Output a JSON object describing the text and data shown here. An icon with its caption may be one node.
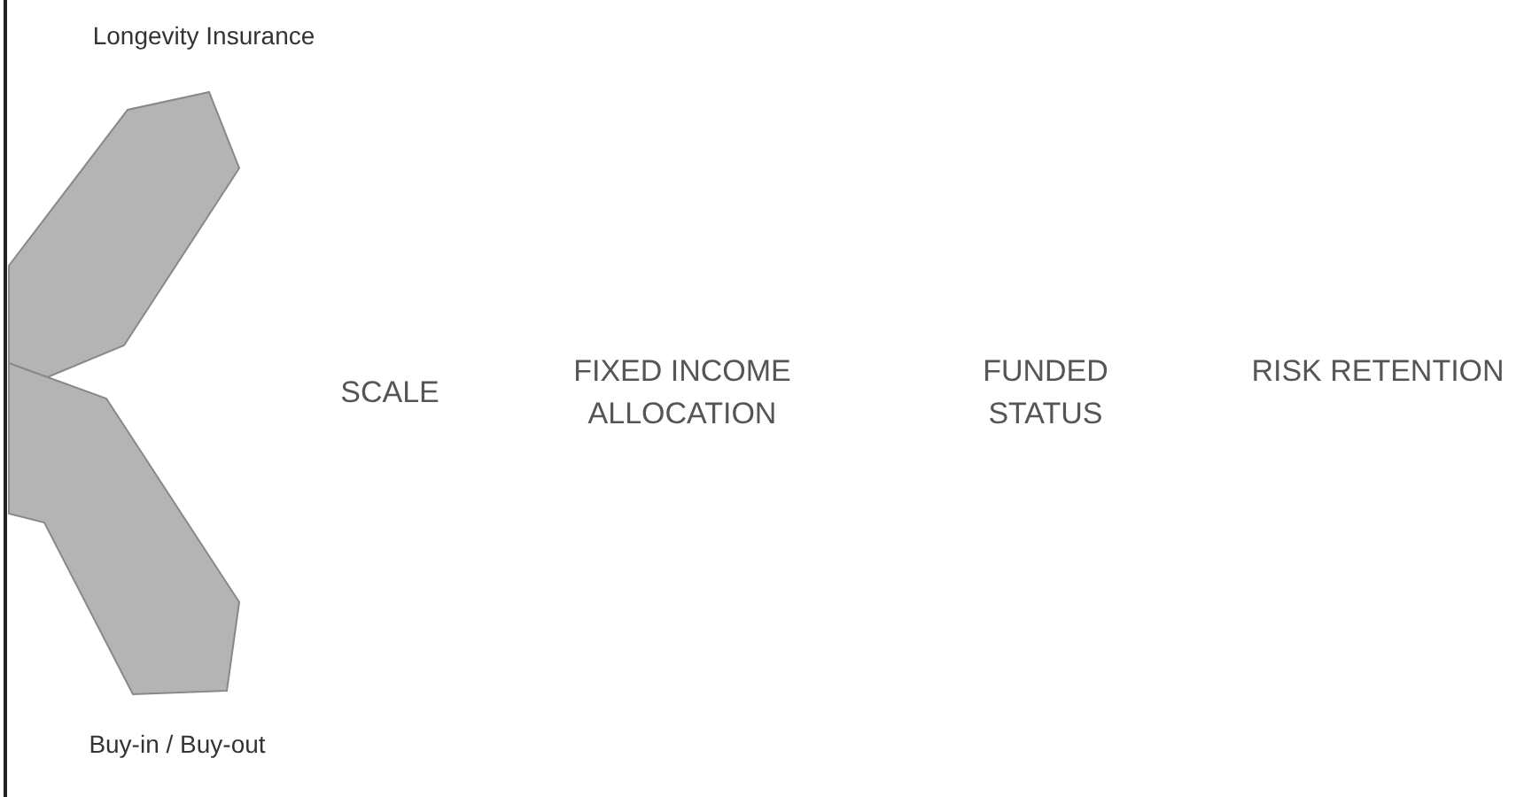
{
  "diagram": {
    "labels": [
      "Longevity Insurance",
      "SCALE",
      "FIXED INCOME ALLOCATION",
      "FUNDED STATUS",
      "RISK RETENTION",
      "Buy-in / Buy-out"
    ]
  }
}
